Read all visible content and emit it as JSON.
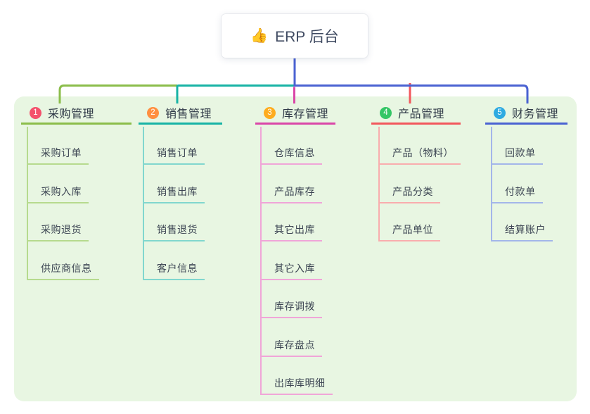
{
  "root": {
    "icon": "👍",
    "title": "ERP 后台"
  },
  "colors": {
    "canvas_bg": "#ffffff",
    "panel_bg": "#e8f6e2",
    "trunk": "#4a62d2",
    "root_text": "#3e4960",
    "header_text": "#2f3947",
    "child_text": "#3c4553"
  },
  "branches": [
    {
      "id": "purchase",
      "num": "1",
      "label": "采购管理",
      "colors": {
        "badge": "#f4516c",
        "line": "#8bbd4a",
        "child_line": "#b6da8e"
      },
      "children": [
        "采购订单",
        "采购入库",
        "采购退货",
        "供应商信息"
      ]
    },
    {
      "id": "sales",
      "num": "2",
      "label": "销售管理",
      "colors": {
        "badge": "#ff8f40",
        "line": "#17b3a5",
        "child_line": "#81d7ce"
      },
      "children": [
        "销售订单",
        "销售出库",
        "销售退货",
        "客户信息"
      ]
    },
    {
      "id": "inventory",
      "num": "3",
      "label": "库存管理",
      "colors": {
        "badge": "#feac1e",
        "line": "#da46a8",
        "child_line": "#f0a5d8"
      },
      "children": [
        "仓库信息",
        "产品库存",
        "其它出库",
        "其它入库",
        "库存调拨",
        "库存盘点",
        "出库库明细"
      ]
    },
    {
      "id": "product",
      "num": "4",
      "label": "产品管理",
      "colors": {
        "badge": "#35c666",
        "line": "#f2575c",
        "child_line": "#f9adae"
      },
      "children": [
        "产品（物料）",
        "产品分类",
        "产品单位"
      ]
    },
    {
      "id": "finance",
      "num": "5",
      "label": "财务管理",
      "colors": {
        "badge": "#2eaae1",
        "line": "#4a62d2",
        "child_line": "#a3b6ea"
      },
      "children": [
        "回款单",
        "付款单",
        "结算账户"
      ]
    }
  ]
}
